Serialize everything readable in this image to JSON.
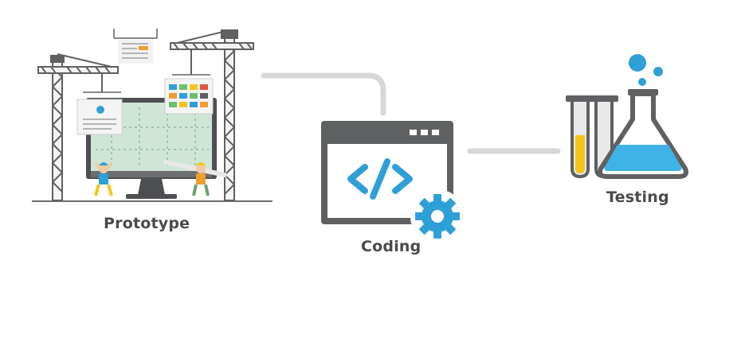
{
  "stages": [
    {
      "id": "prototype",
      "label": "Prototype",
      "icon": "construction-monitor-icon"
    },
    {
      "id": "coding",
      "label": "Coding",
      "icon": "code-window-gear-icon"
    },
    {
      "id": "testing",
      "label": "Testing",
      "icon": "lab-flask-tubes-icon"
    }
  ],
  "connectors": [
    {
      "from": "prototype",
      "to": "coding"
    },
    {
      "from": "coding",
      "to": "testing"
    }
  ],
  "colors": {
    "gray_dark": "#5f6062",
    "gray_mid": "#7d7f82",
    "gray_light": "#d4d4d4",
    "connector": "#d7d7d7",
    "blue": "#2f9fd8",
    "blue_light": "#40b3e6",
    "screen_green": "#cfe6d6",
    "yellow": "#f5c518",
    "orange": "#f29d2f",
    "red": "#e5533c"
  }
}
